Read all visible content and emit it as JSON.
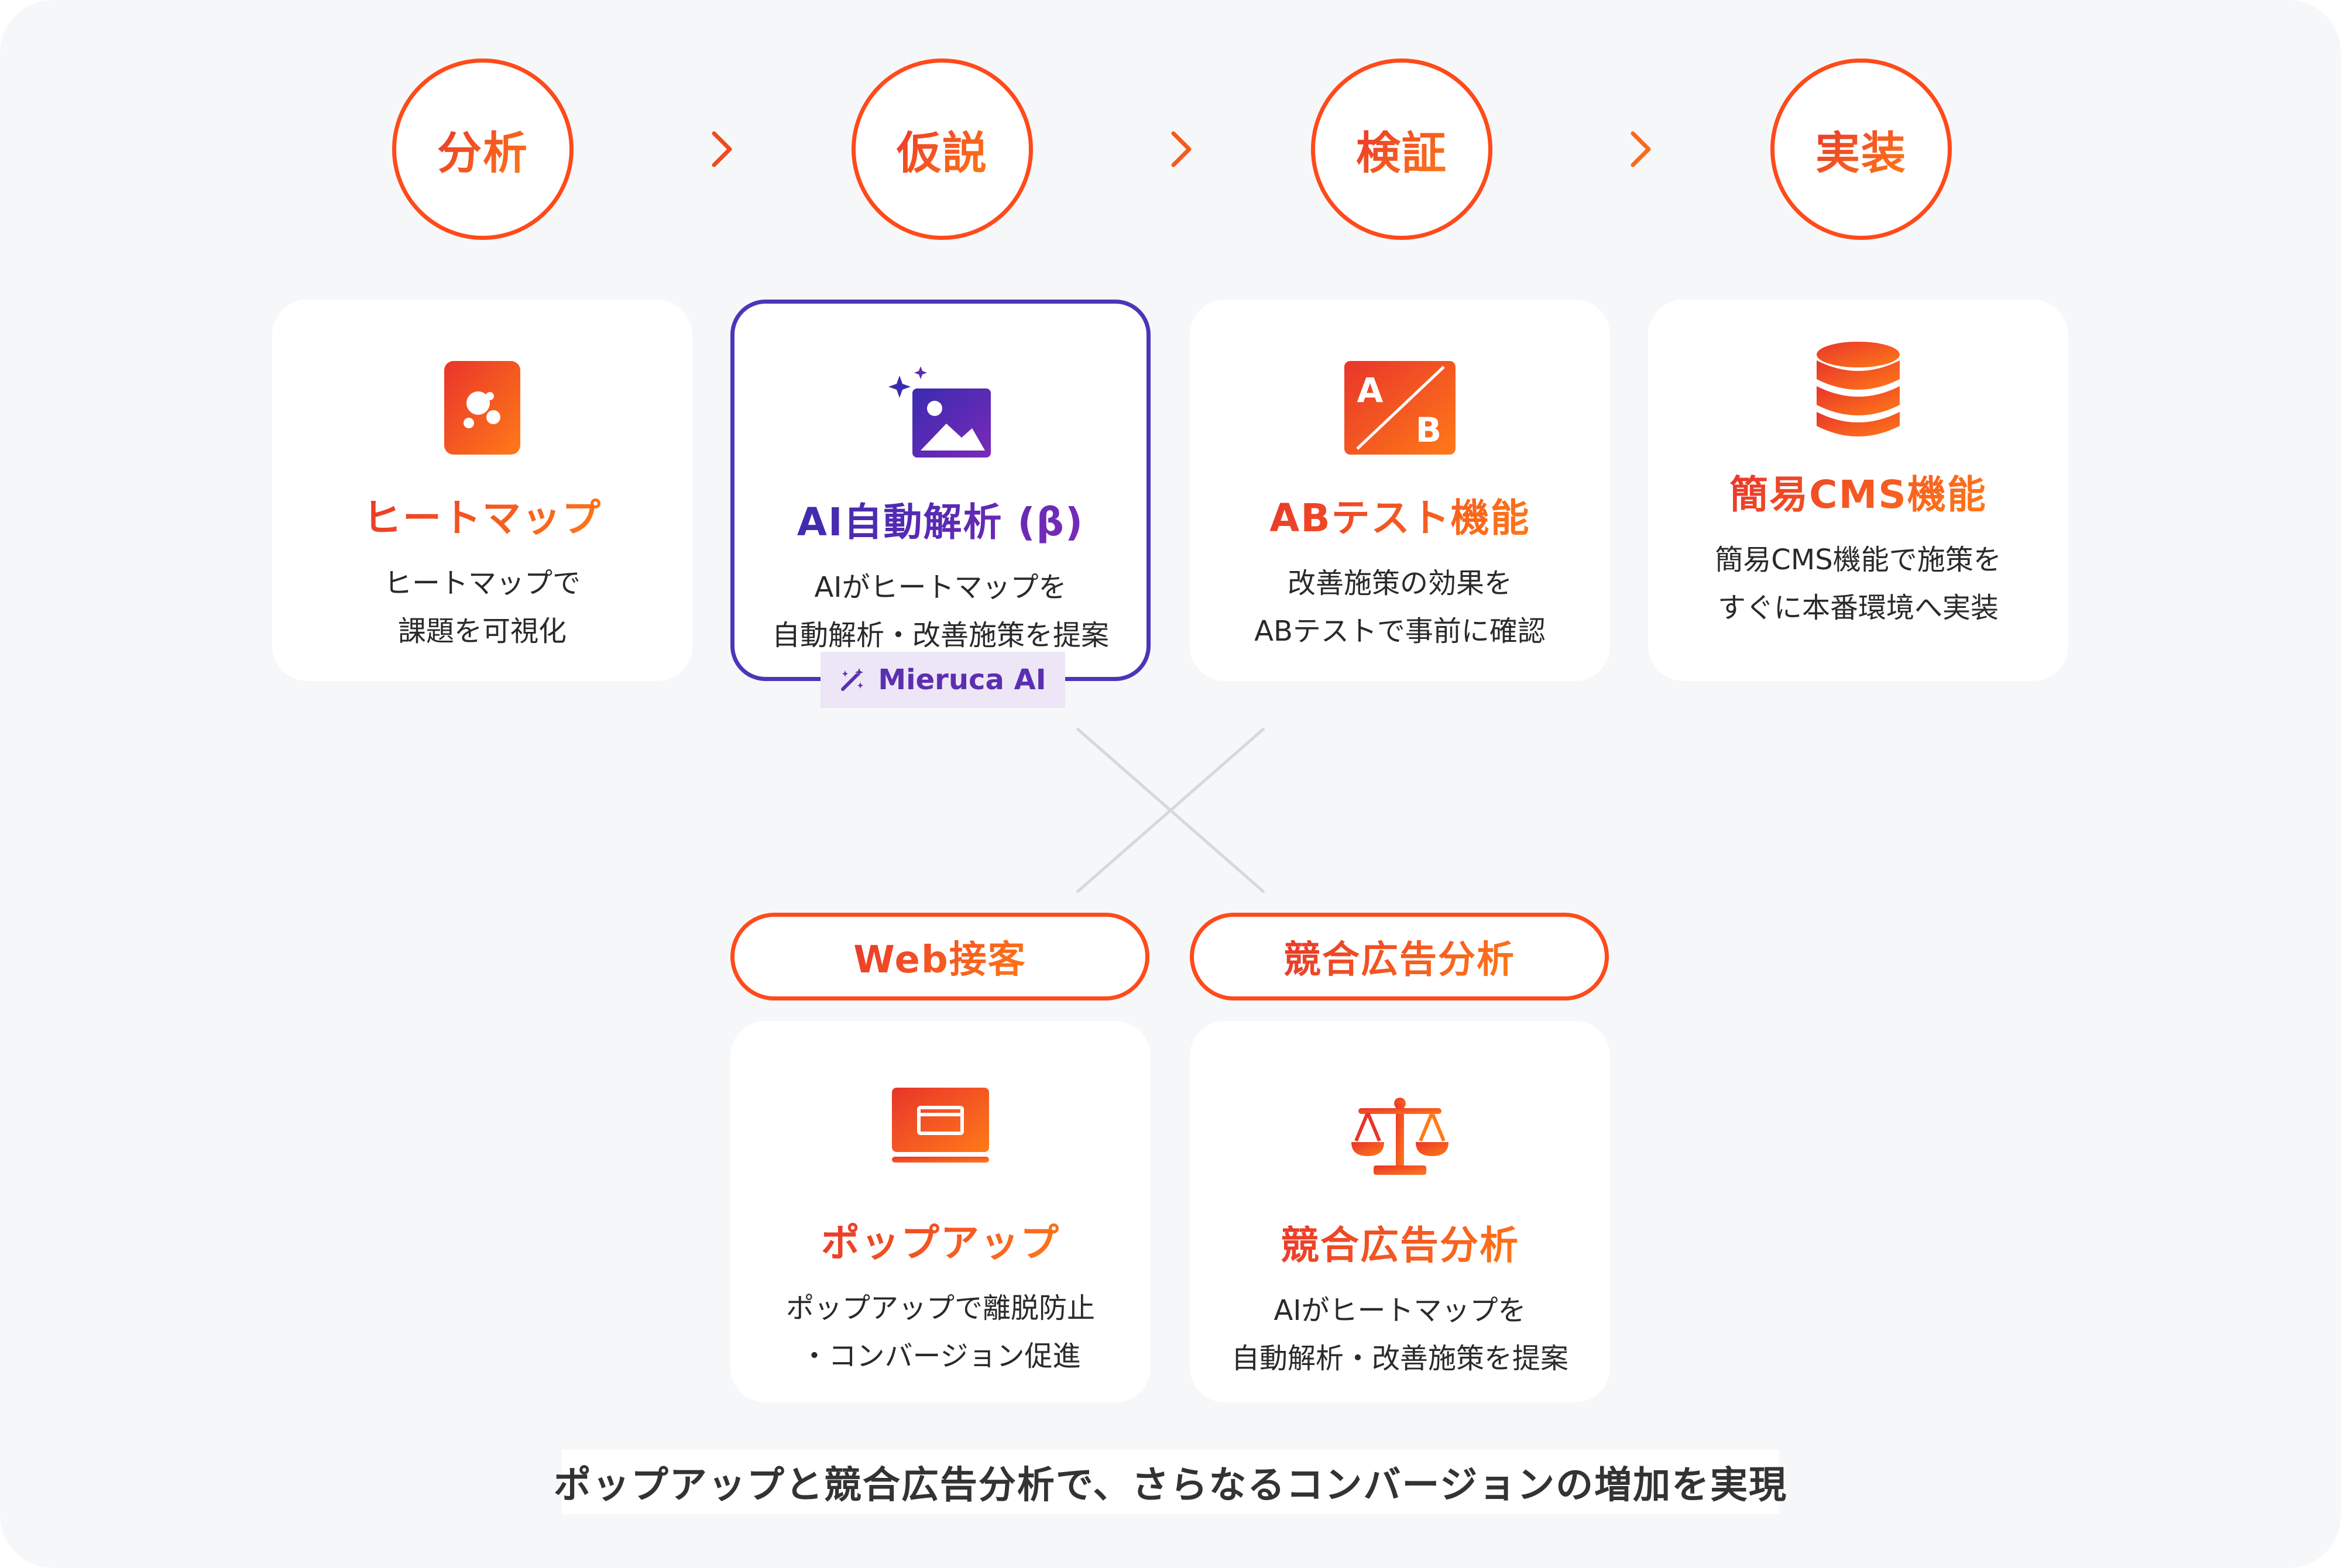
{
  "colors": {
    "accent_red": "#e8352b",
    "accent_orange": "#ff7a18",
    "ai_purple": "#4b36b8",
    "ai_badge_bg": "#ede6f6",
    "background": "#f6f7f9"
  },
  "flow": {
    "steps": [
      {
        "label": "分析"
      },
      {
        "label": "仮説"
      },
      {
        "label": "検証"
      },
      {
        "label": "実装"
      }
    ]
  },
  "cards": [
    {
      "icon": "heatmap-icon",
      "title": "ヒートマップ",
      "desc_line1": "ヒートマップで",
      "desc_line2": "課題を可視化"
    },
    {
      "icon": "ai-image-sparkle-icon",
      "title": "AI自動解析 (β)",
      "desc_line1": "AIがヒートマップを",
      "desc_line2": "自動解析・改善施策を提案"
    },
    {
      "icon": "ab-test-icon",
      "ab_a": "A",
      "ab_b": "B",
      "title": "ABテスト機能",
      "desc_line1": "改善施策の効果を",
      "desc_line2": "ABテストで事前に確認"
    },
    {
      "icon": "database-icon",
      "title": "簡易CMS機能",
      "desc_line1": "簡易CMS機能で施策を",
      "desc_line2": "すぐに本番環境へ実装"
    }
  ],
  "ai_badge": {
    "icon": "magic-wand-icon",
    "label": "Mieruca AI"
  },
  "cross": {
    "icon": "cross-icon"
  },
  "pills": [
    {
      "label": "Web接客"
    },
    {
      "label": "競合広告分析"
    }
  ],
  "bottom_cards": [
    {
      "icon": "popup-window-icon",
      "title": "ポップアップ",
      "desc_line1": "ポップアップで離脱防止",
      "desc_line2": "・コンバージョン促進"
    },
    {
      "icon": "balance-scale-icon",
      "title": "競合広告分析",
      "desc_line1": "AIがヒートマップを",
      "desc_line2": "自動解析・改善施策を提案"
    }
  ],
  "footer": {
    "text": "ポップアップと競合広告分析で、さらなるコンバージョンの増加を実現"
  }
}
